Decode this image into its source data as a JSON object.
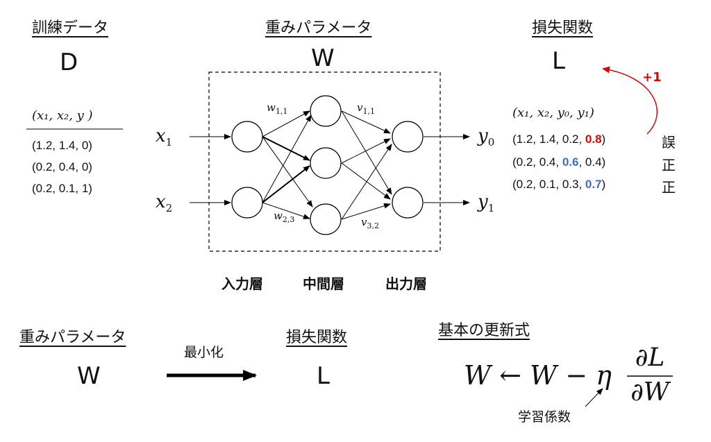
{
  "headers": {
    "training_data": "訓練データ",
    "weight_params": "重みパラメータ",
    "loss_function": "損失関数"
  },
  "symbols": {
    "data": "D",
    "weight": "W",
    "loss": "L"
  },
  "training_table": {
    "header": "(x₁, x₂, y )",
    "rows": [
      "(1.2, 1.4, 0)",
      "(0.2, 0.4, 0)",
      "(0.2, 0.1, 1)"
    ]
  },
  "network": {
    "inputs": [
      {
        "base": "x",
        "sub": "1"
      },
      {
        "base": "x",
        "sub": "2"
      }
    ],
    "outputs": [
      {
        "base": "y",
        "sub": "0"
      },
      {
        "base": "y",
        "sub": "1"
      }
    ],
    "weight_labels": {
      "w11": {
        "base": "w",
        "sub": "1,1"
      },
      "w23": {
        "base": "w",
        "sub": "2,3"
      },
      "v11": {
        "base": "v",
        "sub": "1,1"
      },
      "v32": {
        "base": "v",
        "sub": "3,2"
      }
    },
    "layers": [
      "入力層",
      "中間層",
      "出力層"
    ]
  },
  "loss_table": {
    "header": "(x₁, x₂, y₀, y₁)",
    "rows": [
      {
        "prefix": "(1.2, 1.4,  0.2, ",
        "highlight": "0.8",
        "suffix": ")",
        "highlight_color": "red",
        "judge": "誤"
      },
      {
        "prefix": "(0.2, 0.4,  ",
        "highlight": "0.6",
        "suffix": ", 0.4)",
        "highlight_color": "blue",
        "judge": "正"
      },
      {
        "prefix": "(0.2, 0.1,  0.3, ",
        "highlight": "0.7",
        "suffix": ")",
        "highlight_color": "blue",
        "judge": "正"
      }
    ],
    "increment": "+1"
  },
  "bottom": {
    "weight_header": "重みパラメータ",
    "weight_symbol": "W",
    "arrow_label": "最小化",
    "loss_header": "損失関数",
    "loss_symbol": "L",
    "update_header": "基本の更新式",
    "equation_lhs": "W ← W − η",
    "frac_num": "∂L",
    "frac_den": "∂W",
    "learning_rate_label": "学習係数"
  },
  "colors": {
    "error": "#e00000",
    "correct": "#3b6fc0"
  }
}
